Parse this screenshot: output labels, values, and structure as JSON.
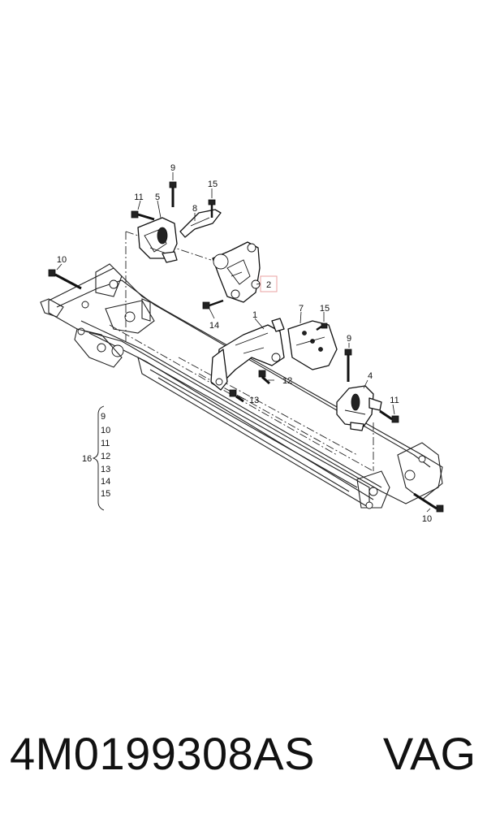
{
  "diagram": {
    "callouts": {
      "c1": "1",
      "c2": "2",
      "c4": "4",
      "c5": "5",
      "c7": "7",
      "c8": "8",
      "c9a": "9",
      "c9b": "9",
      "c10a": "10",
      "c10b": "10",
      "c11a": "11",
      "c11b": "11",
      "c12": "12",
      "c13": "13",
      "c14": "14",
      "c15a": "15",
      "c15b": "15"
    },
    "kit": {
      "label": "16",
      "items": [
        "9",
        "10",
        "11",
        "12",
        "13",
        "14",
        "15"
      ]
    },
    "highlight_color": "#e8a0a0"
  },
  "footer": {
    "part_number": "4M0199308AS",
    "brand": "VAG"
  }
}
